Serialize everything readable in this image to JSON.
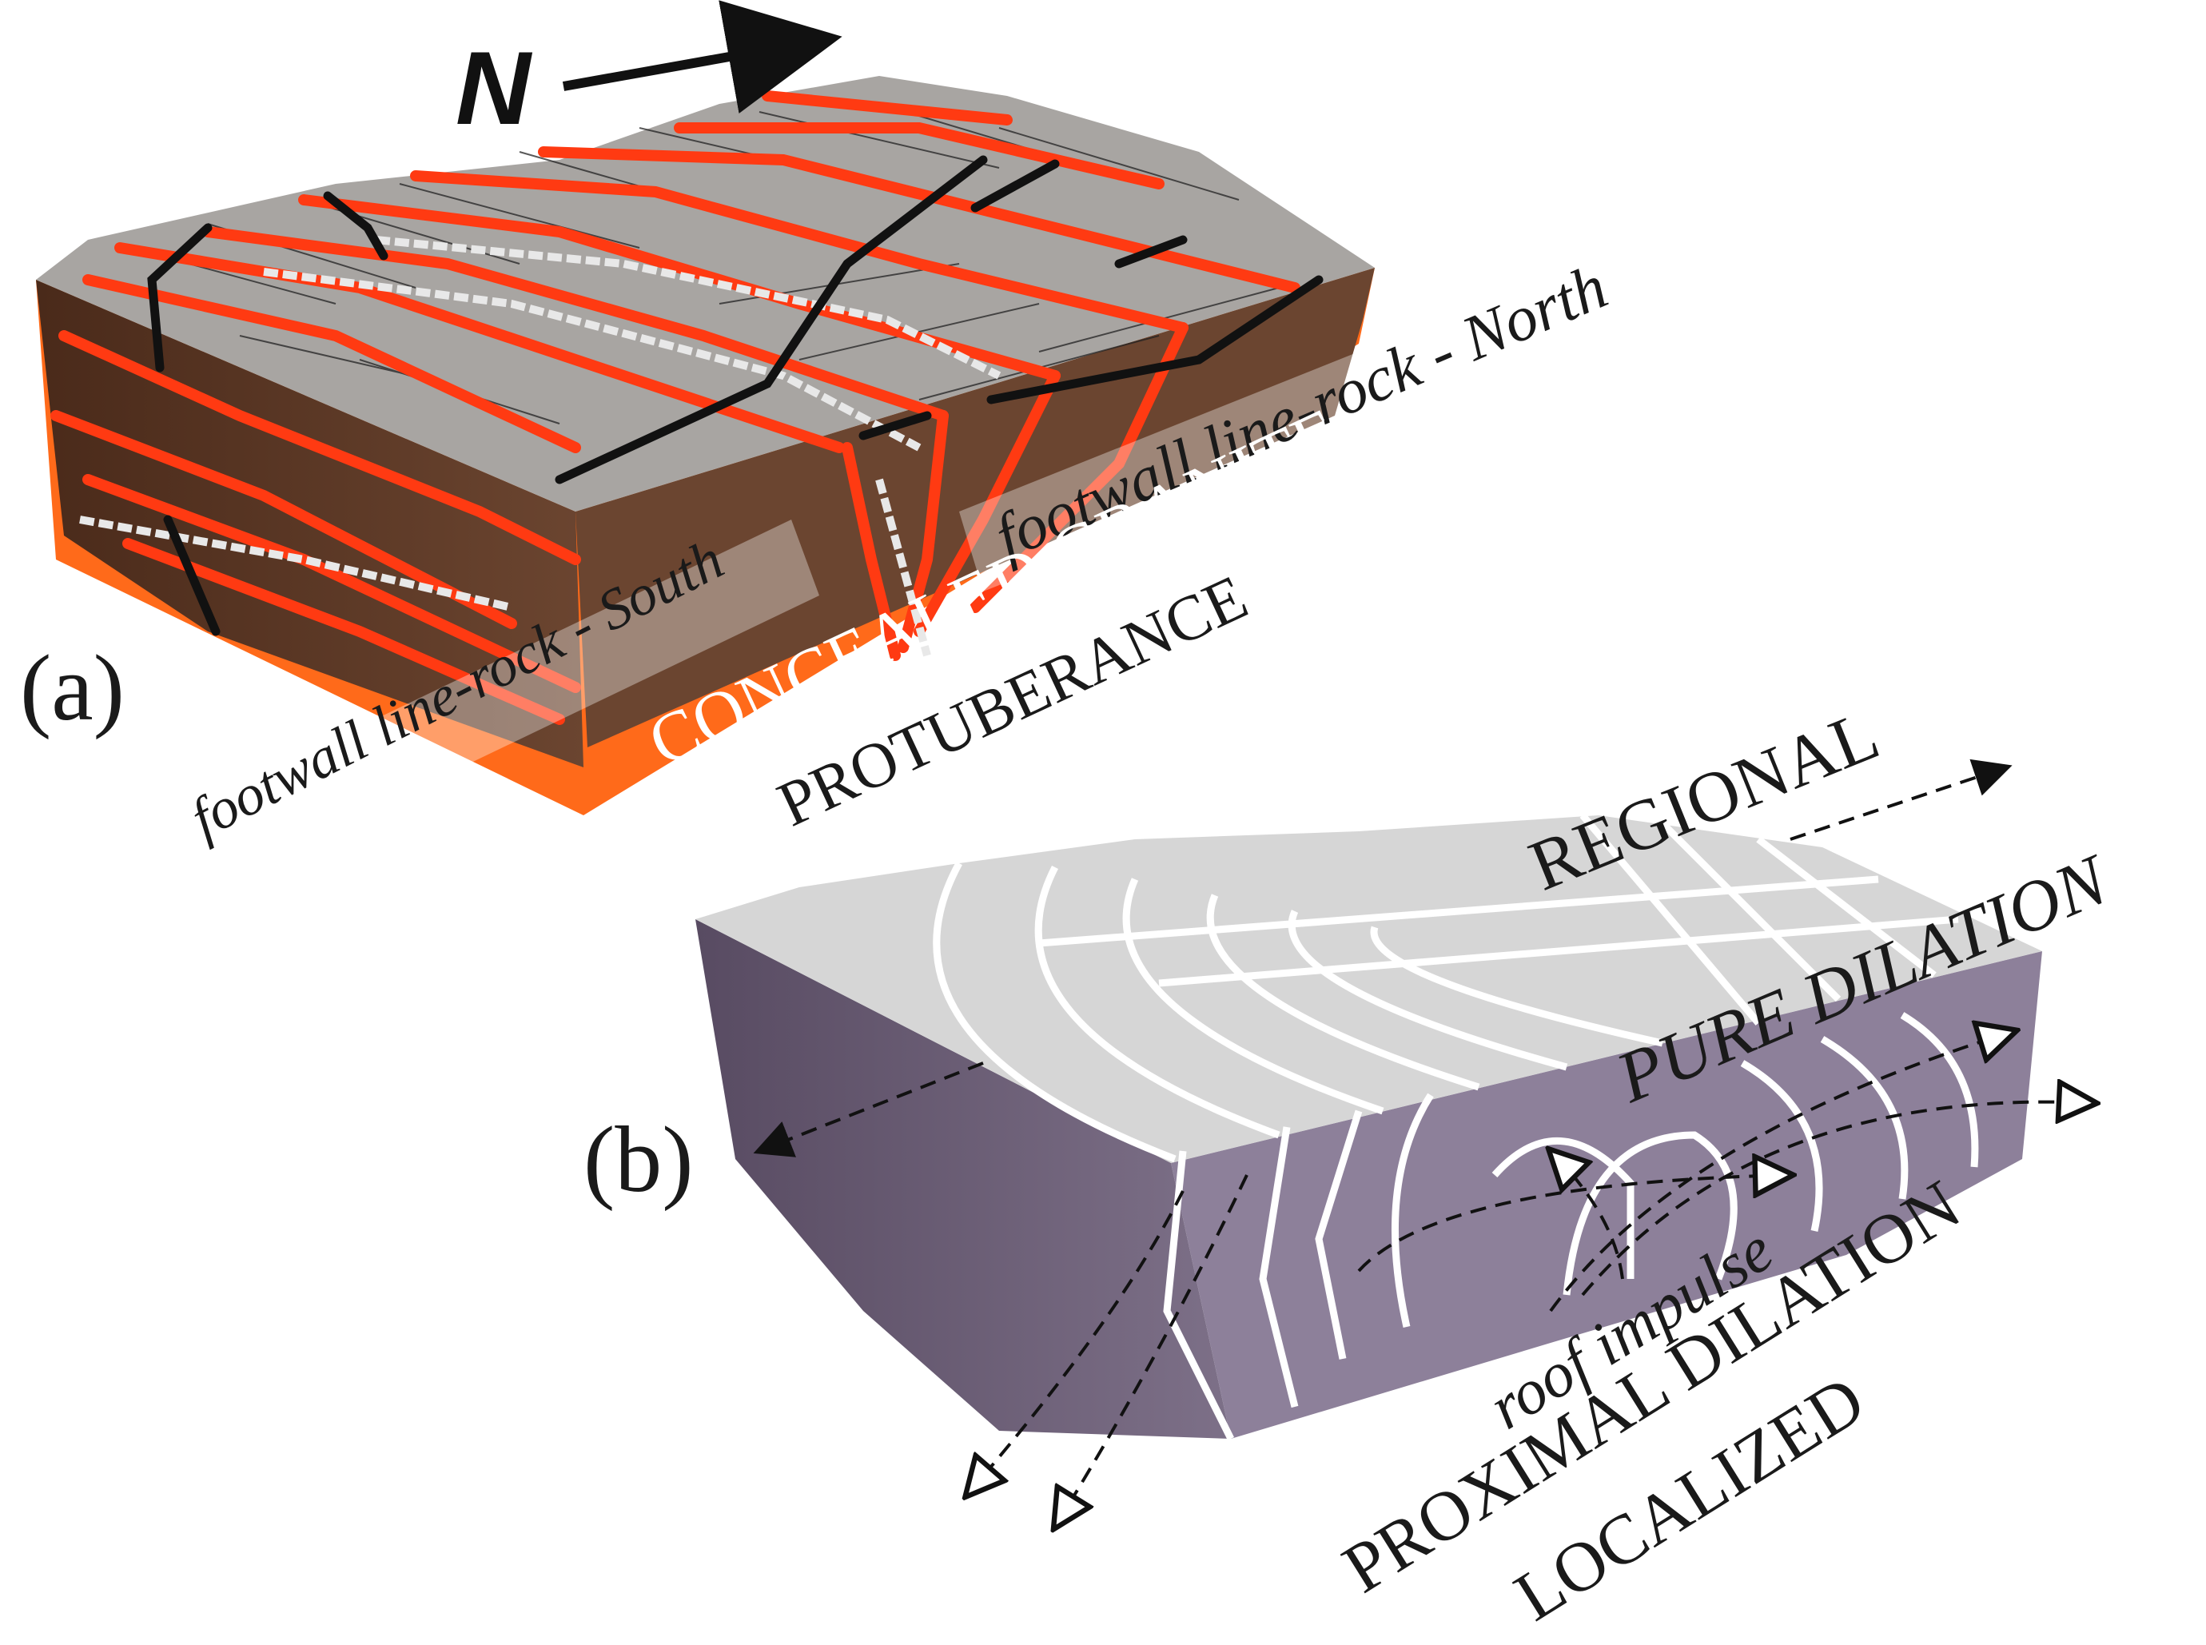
{
  "north_label": "N",
  "panel_a": {
    "label": "(a)",
    "footwall_north": "footwall line-rock - North",
    "footwall_south": "footwall line-rock - South",
    "concealed_granite": "CONCEALED GRANITE",
    "protuberance": "PROTUBERANCE"
  },
  "panel_b": {
    "label": "(b)",
    "regional": "REGIONAL",
    "pure_dilation": "PURE DILATION",
    "roof_impulse": "roof impulse",
    "proximal_dilation": "PROXIMAL DILATION",
    "localized": "LOCALIZED"
  },
  "colors": {
    "top_surface_a": "#a8a5a2",
    "side_face_a": "#5e3a26",
    "granite_orange": "#ff6a1a",
    "vein_red": "#ff3a12",
    "top_surface_b": "#d6d6d6",
    "side_face_b": "#5e5068",
    "fault_black": "#111111"
  }
}
